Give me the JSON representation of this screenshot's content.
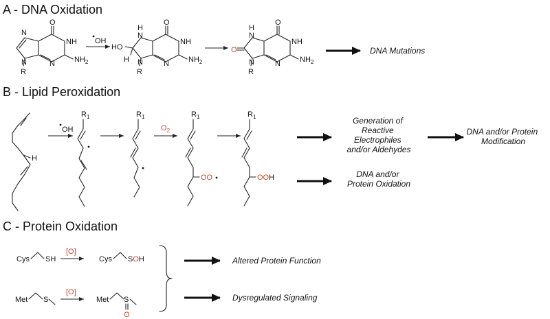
{
  "colors": {
    "accent_red": "#d2461e",
    "ink": "#111111"
  },
  "sections": {
    "a": {
      "title": "A - DNA Oxidation",
      "reagent": "OH",
      "labels": {
        "O": "O",
        "NH": "NH",
        "N": "N",
        "NH2": "NH",
        "two": "2",
        "R": "R",
        "HO": "HO",
        "H": "H",
        "Hn": "H"
      },
      "outcome": "DNA Mutations"
    },
    "b": {
      "title": "B - Lipid Peroxidation",
      "reagent_oh": "OH",
      "reagent_o2": "O",
      "o2_sub": "2",
      "r1": "R",
      "r1_sub": "1",
      "h": "H",
      "oo": "OO",
      "ooh_o": "OO",
      "ooh_h": "H",
      "outcome1_lines": [
        "Generation of",
        "Reactive",
        "Electrophiles",
        "and/or Aldehydes"
      ],
      "outcome2_lines": [
        "DNA and/or Protein",
        "Modification"
      ],
      "outcome3_lines": [
        "DNA and/or",
        "Protein Oxidation"
      ]
    },
    "c": {
      "title": "C - Protein Oxidation",
      "cys": "Cys",
      "sh": "SH",
      "s": "S",
      "o": "O",
      "h": "H",
      "met": "Met",
      "reagent": "[O]",
      "outcome1": "Altered Protein Function",
      "outcome2": "Dysregulated Signaling"
    }
  }
}
